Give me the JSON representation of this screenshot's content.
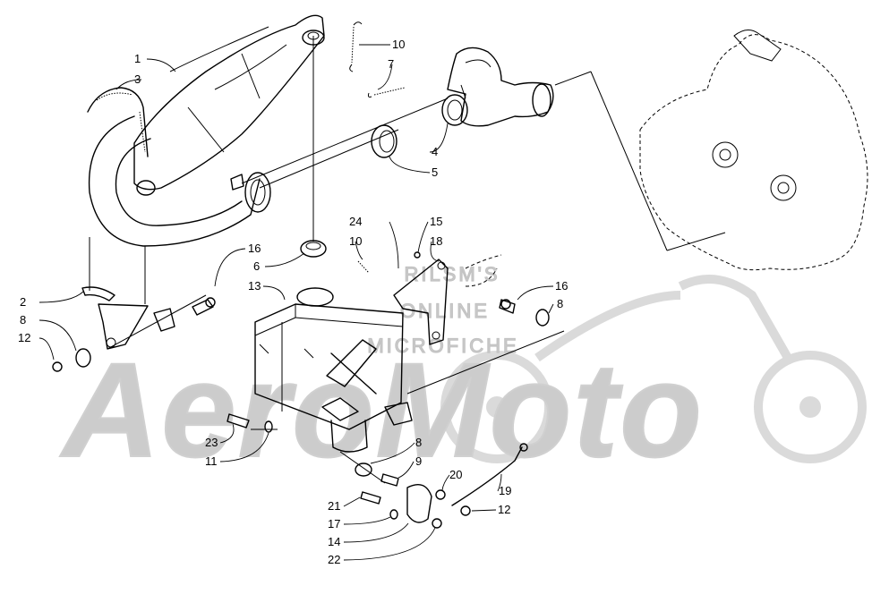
{
  "watermark": {
    "brand": "AeroMoto",
    "line1": "RILSM'S",
    "line2": "ONLINE",
    "line3": "MICROFICHE"
  },
  "callouts": [
    {
      "id": "c1",
      "text": "1"
    },
    {
      "id": "c3",
      "text": "3"
    },
    {
      "id": "c10a",
      "text": "10"
    },
    {
      "id": "c7",
      "text": "7"
    },
    {
      "id": "c4",
      "text": "4"
    },
    {
      "id": "c5",
      "text": "5"
    },
    {
      "id": "c24",
      "text": "24"
    },
    {
      "id": "c15",
      "text": "15"
    },
    {
      "id": "c10b",
      "text": "10"
    },
    {
      "id": "c18",
      "text": "18"
    },
    {
      "id": "c16a",
      "text": "16"
    },
    {
      "id": "c6",
      "text": "6"
    },
    {
      "id": "c13",
      "text": "13"
    },
    {
      "id": "c2",
      "text": "2"
    },
    {
      "id": "c8a",
      "text": "8"
    },
    {
      "id": "c12a",
      "text": "12"
    },
    {
      "id": "c16b",
      "text": "16"
    },
    {
      "id": "c8b",
      "text": "8"
    },
    {
      "id": "c23",
      "text": "23"
    },
    {
      "id": "c11",
      "text": "11"
    },
    {
      "id": "c8c",
      "text": "8"
    },
    {
      "id": "c9",
      "text": "9"
    },
    {
      "id": "c20",
      "text": "20"
    },
    {
      "id": "c19",
      "text": "19"
    },
    {
      "id": "c21",
      "text": "21"
    },
    {
      "id": "c17",
      "text": "17"
    },
    {
      "id": "c14",
      "text": "14"
    },
    {
      "id": "c22",
      "text": "22"
    },
    {
      "id": "c12b",
      "text": "12"
    }
  ]
}
